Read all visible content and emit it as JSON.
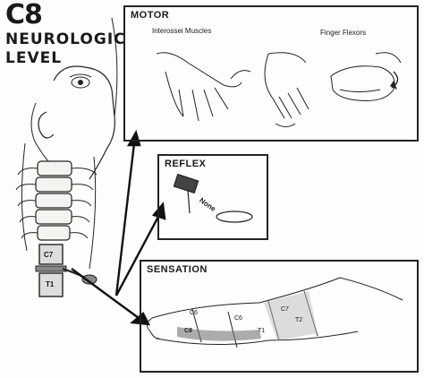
{
  "title": {
    "level": "C8",
    "subtitle_line1": "NEUROLOGIC",
    "subtitle_line2": "LEVEL"
  },
  "motor": {
    "heading": "MOTOR",
    "labels": [
      "Interossei Muscles",
      "Finger Flexors"
    ]
  },
  "reflex": {
    "heading": "REFLEX",
    "value": "None"
  },
  "sensation": {
    "heading": "SENSATION",
    "dermatomes": [
      "C6",
      "C6",
      "C7",
      "C8",
      "T1",
      "T2"
    ]
  },
  "vertebrae": [
    "C7",
    "T1"
  ],
  "colors": {
    "ink": "#1a1a1a",
    "paper": "#fdfdfb",
    "shade": "#555555"
  }
}
